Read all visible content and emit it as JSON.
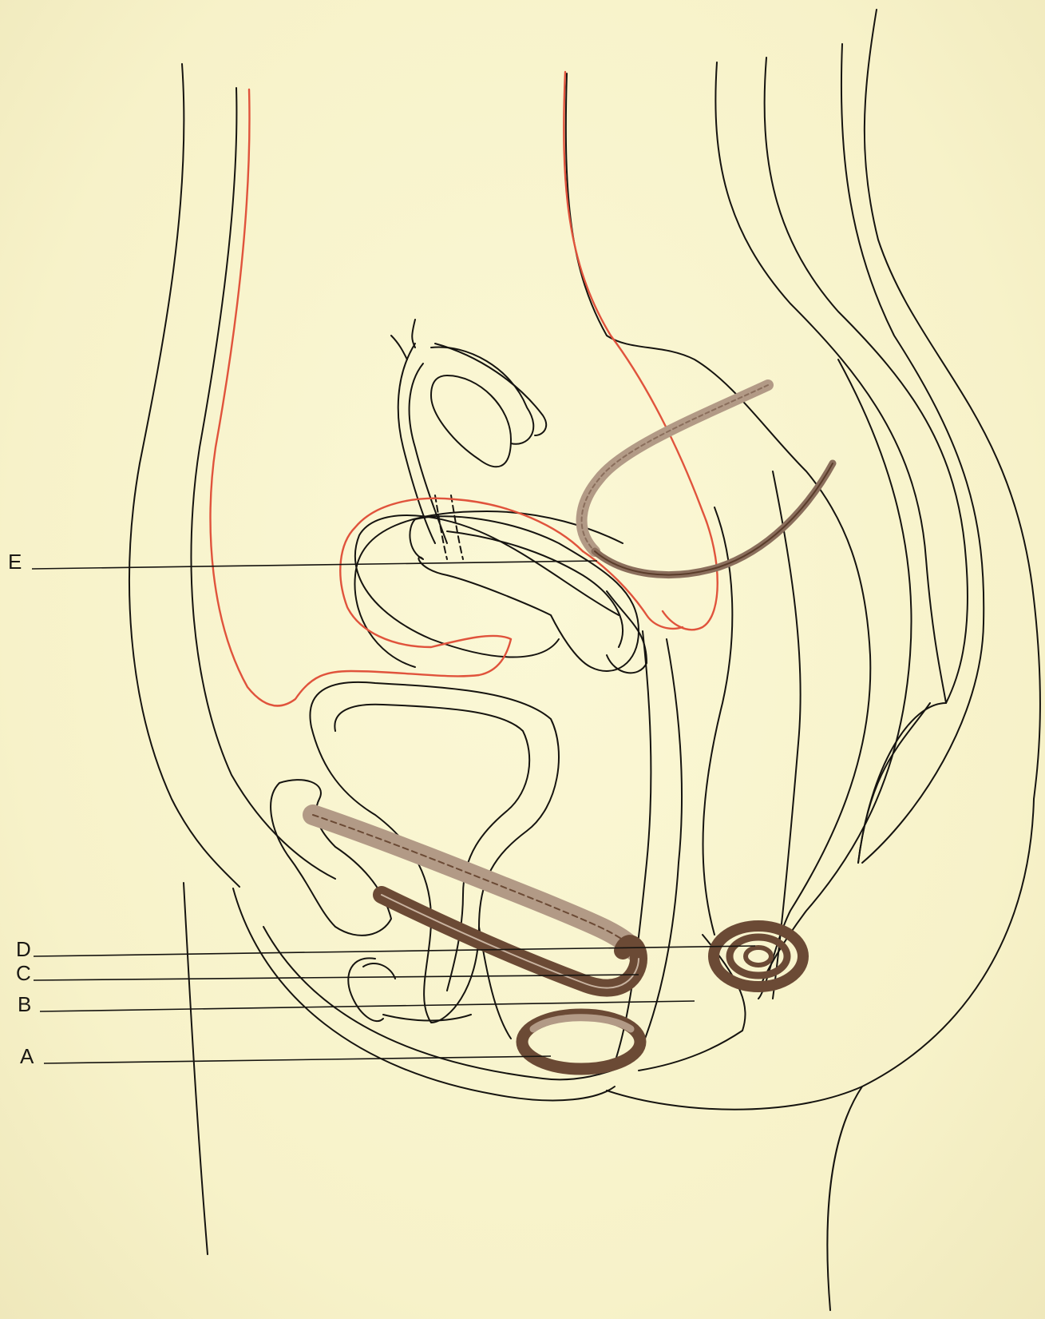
{
  "labels": {
    "E": "E",
    "D": "D",
    "C": "C",
    "B": "B",
    "A": "A"
  },
  "colors": {
    "paper": "#f8f4cf",
    "ink": "#161410",
    "peritoneum_red": "#e0533c",
    "tube_dark_brown": "#6b4a35",
    "tube_light_brown": "#b29a86",
    "tube_core": "#8a6e5c"
  },
  "icons": {
    "plate": "anatomical-sagittal-section-illustration"
  }
}
